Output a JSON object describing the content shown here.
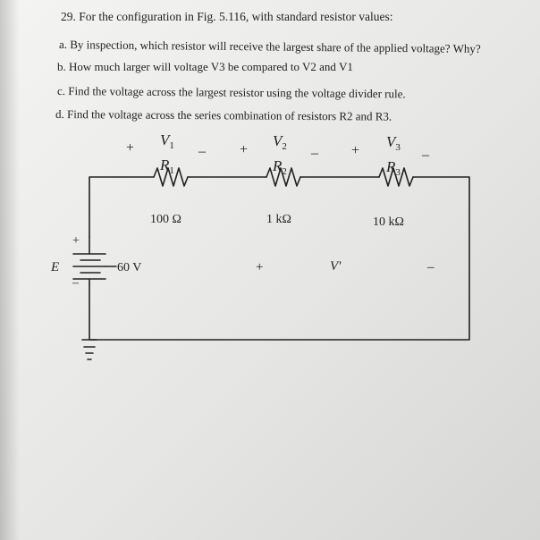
{
  "problem": {
    "header": "29. For the configuration in Fig. 5.116, with standard resistor values:",
    "items": [
      {
        "id": "a",
        "text": "a. By inspection, which resistor will receive the largest share of the applied voltage? Why?"
      },
      {
        "id": "b",
        "text": "b. How much larger will voltage V3 be compared to V2 and V1"
      },
      {
        "id": "c",
        "text": "c. Find the voltage across the largest resistor using the voltage divider rule."
      },
      {
        "id": "d",
        "text": "d. Find the voltage across the series combination of resistors R2 and R3."
      }
    ]
  },
  "circuit": {
    "plus": "+",
    "minus": "–",
    "source_label": "E",
    "source_value": "60 V",
    "v_label": "V'",
    "resistors": [
      {
        "name": "R",
        "sub": "1",
        "v_name": "V",
        "v_sub": "1",
        "value": "100 Ω"
      },
      {
        "name": "R",
        "sub": "2",
        "v_name": "V",
        "v_sub": "2",
        "value": "1 kΩ"
      },
      {
        "name": "R",
        "sub": "3",
        "v_name": "V",
        "v_sub": "3",
        "value": "10 kΩ"
      }
    ]
  }
}
